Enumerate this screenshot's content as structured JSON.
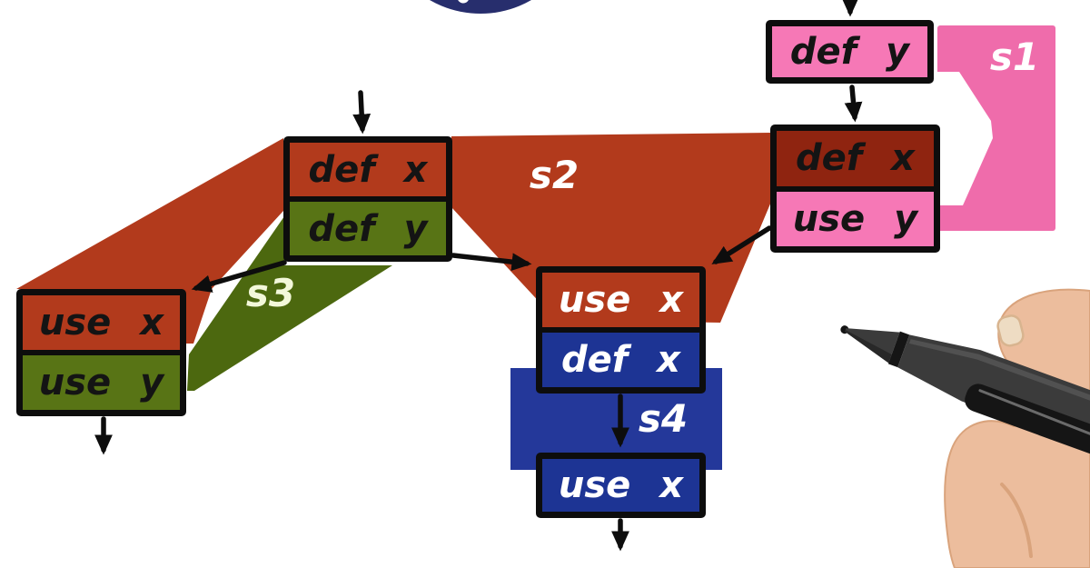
{
  "boxes": {
    "def_y": {
      "rows": [
        {
          "op": "def",
          "var": "y"
        }
      ]
    },
    "defx_usey": {
      "rows": [
        {
          "op": "def",
          "var": "x"
        },
        {
          "op": "use",
          "var": "y"
        }
      ]
    },
    "defx_defy": {
      "rows": [
        {
          "op": "def",
          "var": "x"
        },
        {
          "op": "def",
          "var": "y"
        }
      ]
    },
    "usex_usey": {
      "rows": [
        {
          "op": "use",
          "var": "x"
        },
        {
          "op": "use",
          "var": "y"
        }
      ]
    },
    "usex_defx": {
      "rows": [
        {
          "op": "use",
          "var": "x"
        },
        {
          "op": "def",
          "var": "x"
        }
      ]
    },
    "usex_bot": {
      "rows": [
        {
          "op": "use",
          "var": "x"
        }
      ]
    }
  },
  "chains": {
    "s1": "s1",
    "s2": "s2",
    "s3": "s3",
    "s4": "s4"
  },
  "colors": {
    "ink": "#0d0d0d",
    "red": "#b23a1c",
    "dark_red": "#8f2410",
    "green": "#587415",
    "green_band": "#4c680f",
    "pink": "#f678b6",
    "pink_band": "#ef6cab",
    "blue": "#1d3494",
    "blue_band": "#24389a",
    "navy": "#272e6d",
    "label_white": "#ffffff",
    "label_pale": "#f3f8da",
    "skin": "#ecbd9d",
    "skin_shade": "#d9a37c",
    "nail": "#eedcc3",
    "pen_body": "#3b3b3b",
    "pen_dark": "#151515"
  }
}
